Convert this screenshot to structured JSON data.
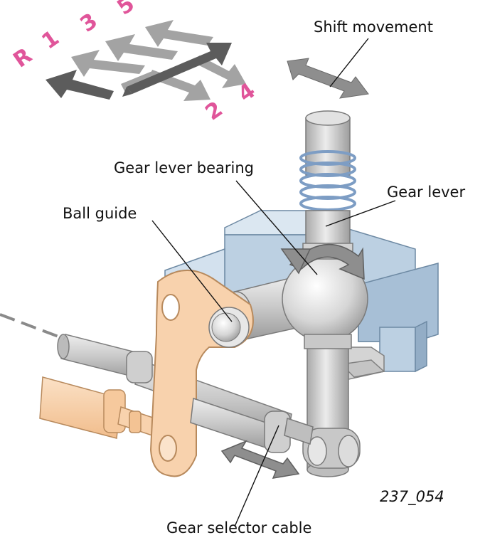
{
  "labels": {
    "shift_movement": "Shift movement",
    "gear_lever_bearing": "Gear lever bearing",
    "gear_lever": "Gear lever",
    "ball_guide": "Ball guide",
    "gear_selector_cable": "Gear selector cable",
    "figure_number": "237_054"
  },
  "gears": {
    "r": "R",
    "g1": "1",
    "g3": "3",
    "g5": "5",
    "g4": "4",
    "g2": "2"
  },
  "colors": {
    "gear_number": "#e0559a",
    "arrow_light": "#9b9b9b",
    "arrow_dark": "#5f5f5f",
    "housing_blue": "#bcd0e2",
    "lever_orange": "#f8d2ad",
    "metal": "#cfcfcf"
  }
}
